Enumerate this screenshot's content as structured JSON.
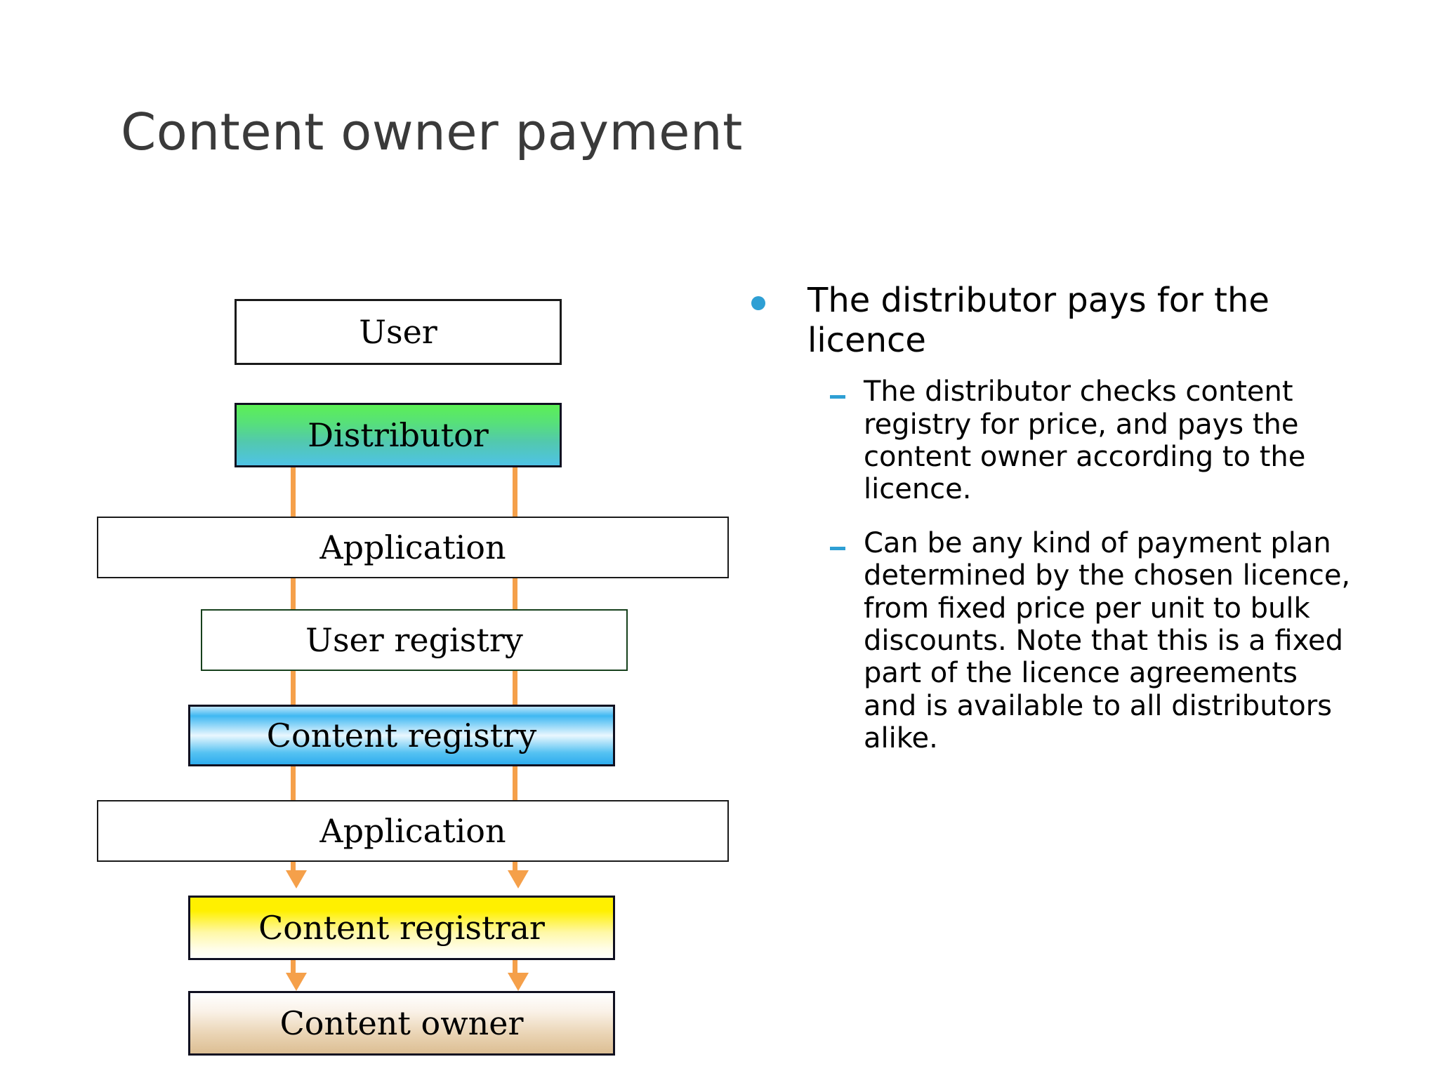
{
  "slide": {
    "title": "Content owner payment",
    "title_color": "#3A3A3A",
    "background_color": "#FFFFFF"
  },
  "diagram": {
    "name": "content-owner-payment-flow",
    "arrow_color": "#F5A04A",
    "boxes": [
      {
        "id": "user",
        "label": "User",
        "fill": "#FFFFFF",
        "border": "#1A1A1A"
      },
      {
        "id": "distributor",
        "label": "Distributor",
        "fill": "#5CF055 to #4FC3E6",
        "border": "#101020"
      },
      {
        "id": "application-top",
        "label": "Application",
        "fill": "#FFFFFF",
        "border": "#1A1A1A"
      },
      {
        "id": "user-registry",
        "label": "User registry",
        "fill": "#FFFFFF",
        "border": "#16401C"
      },
      {
        "id": "content-registry",
        "label": "Content registry",
        "fill": "#3FB8F2 gradient",
        "border": "#101020"
      },
      {
        "id": "application-bottom",
        "label": "Application",
        "fill": "#FFFFFF",
        "border": "#1A1A1A"
      },
      {
        "id": "content-registrar",
        "label": "Content registrar",
        "fill": "#FFF000 gradient",
        "border": "#101020"
      },
      {
        "id": "content-owner",
        "label": "Content owner",
        "fill": "#DCBE93 gradient",
        "border": "#101020"
      }
    ]
  },
  "bullets": {
    "marker_color": "#2E9FD4",
    "level1": [
      {
        "text": "The distributor pays for the licence",
        "children": [
          "The distributor checks content registry for price, and pays the content owner according to the licence.",
          "Can be any kind of payment plan determined by the chosen licence, from fixed price per unit to bulk discounts. Note that this is a fixed part of the licence agreements and is available to all distributors alike."
        ]
      }
    ]
  }
}
